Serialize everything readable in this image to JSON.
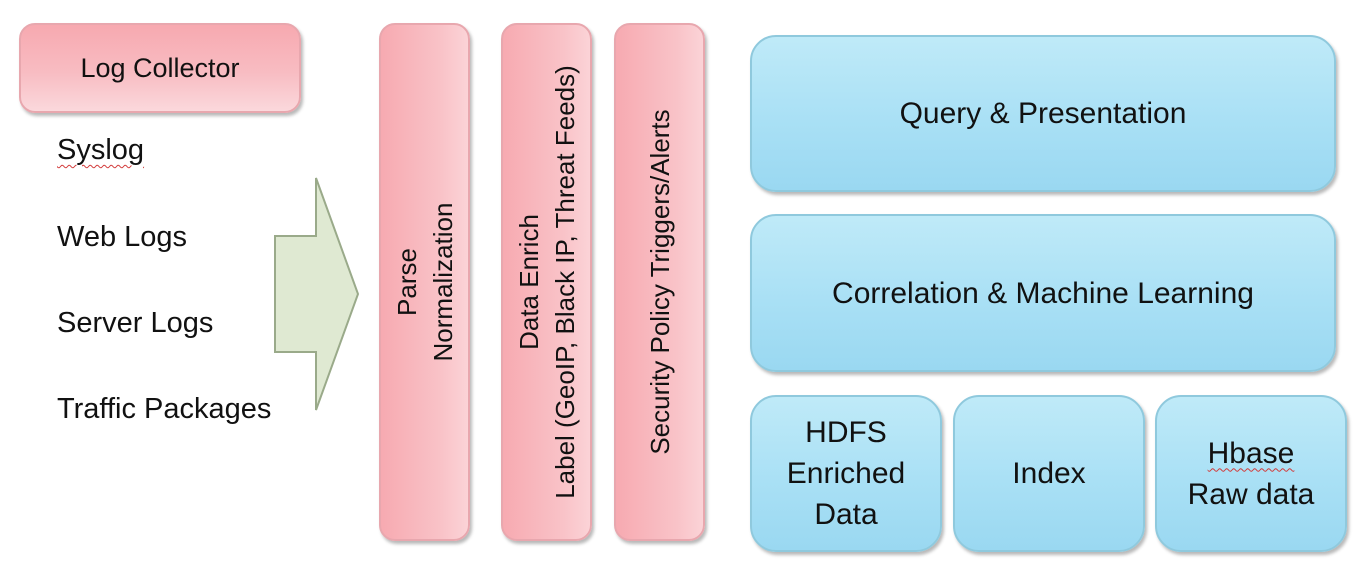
{
  "log_collector": {
    "label": "Log Collector"
  },
  "sources": [
    "Syslog",
    "Web Logs",
    "Server Logs",
    "Traffic Packages"
  ],
  "processing_columns": [
    {
      "lines": [
        "Parse",
        "Normalization"
      ]
    },
    {
      "lines": [
        "Data Enrich",
        "Label (GeoIP, Black IP, Threat Feeds)"
      ]
    },
    {
      "lines": [
        "Security Policy Triggers/Alerts"
      ]
    }
  ],
  "stack": {
    "query": "Query & Presentation",
    "correlation": "Correlation & Machine Learning",
    "storage": [
      {
        "lines": [
          "HDFS",
          "Enriched",
          "Data"
        ]
      },
      {
        "lines": [
          "Index"
        ]
      },
      {
        "lines": [
          "Hbase",
          "Raw data"
        ]
      }
    ]
  },
  "colors": {
    "pink_fill": "#f8bcc2",
    "blue_fill": "#a9e0f5",
    "arrow_fill": "#dfe9d2",
    "arrow_stroke": "#9aaa8a"
  }
}
